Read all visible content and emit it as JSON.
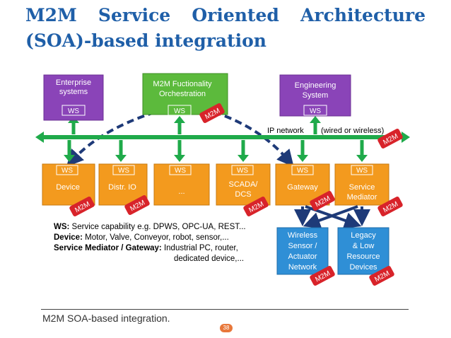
{
  "title": {
    "words": [
      "M2M",
      "Service",
      "Oriented",
      "Architecture"
    ],
    "line2": "(SOA)-based integration"
  },
  "diagram": {
    "top_boxes": [
      {
        "label1": "Enterprise",
        "label2": "systems",
        "ws": "WS",
        "color": "#8a44b8"
      },
      {
        "label1": "M2M Fuctionality",
        "label2": "Orchestration",
        "ws": "WS",
        "color": "#5cba3c"
      },
      {
        "label1": "Engineering",
        "label2": "System",
        "ws": "WS",
        "color": "#8a44b8"
      }
    ],
    "network": {
      "label": "IP network",
      "note": "(wired or wireless)"
    },
    "bottom_boxes": [
      {
        "ws": "WS",
        "label1": "Device",
        "label2": ""
      },
      {
        "ws": "WS",
        "label1": "Distr. IO",
        "label2": ""
      },
      {
        "ws": "WS",
        "label1": "...",
        "label2": ""
      },
      {
        "ws": "WS",
        "label1": "SCADA/",
        "label2": "DCS"
      },
      {
        "ws": "WS",
        "label1": "Gateway",
        "label2": ""
      },
      {
        "ws": "WS",
        "label1": "Service",
        "label2": "Mediator"
      }
    ],
    "blue_boxes": [
      {
        "lines": [
          "Wireless",
          "Sensor /",
          "Actuator",
          "Network"
        ]
      },
      {
        "lines": [
          "Legacy",
          "& Low",
          "Resource",
          "Devices"
        ]
      }
    ],
    "m2m_tag": "M2M",
    "colors": {
      "purple": "#8a44b8",
      "green": "#5cba3c",
      "orange": "#f39a1e",
      "blue": "#2f8fd6",
      "red": "#d8232a",
      "arrow_green": "#1faa4a",
      "dashed_blue": "#1e3a78"
    }
  },
  "legend": {
    "l1_bold": "WS:",
    "l1_text": " Service capability e.g. DPWS, OPC-UA, REST...",
    "l2_bold": "Device:",
    "l2_text": " Motor, Valve, Conveyor, robot, sensor,...",
    "l3_bold": "Service Mediator / Gateway:",
    "l3_text": " Industrial PC, router,",
    "l4_text": "dedicated device,..."
  },
  "caption": "M2M SOA-based integration.",
  "page_number": "38"
}
